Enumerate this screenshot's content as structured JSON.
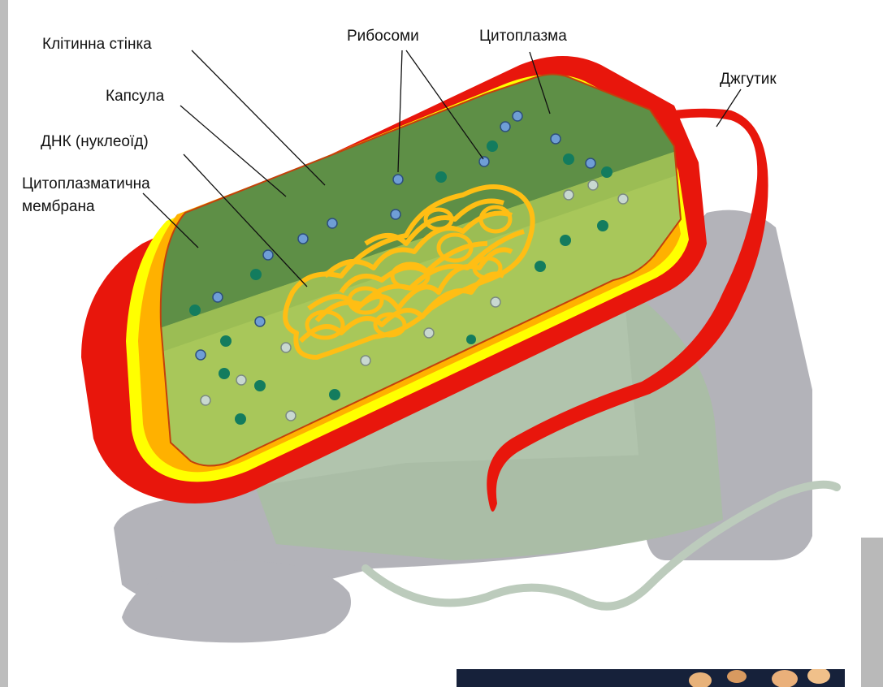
{
  "labels": {
    "cell_wall": "Клітинна стінка",
    "ribosomes": "Рибосоми",
    "cytoplasm": "Цитоплазма",
    "flagellum": "Джгутик",
    "capsule": "Капсула",
    "dna": "ДНК (нуклеоїд)",
    "membrane_line1": "Цитоплазматична",
    "membrane_line2": "мембрана"
  },
  "colors": {
    "capsule": "#e8160c",
    "cell_wall": "#ffff00",
    "membrane": "#ffb100",
    "cytoplasm_dark": "#5e8f46",
    "cytoplasm_light": "#a8c75a",
    "nucleoid": "#ffbe14",
    "ribosome": "#6f9ed6",
    "granule": "#137c5e",
    "shadow": "#9a9aa2"
  }
}
